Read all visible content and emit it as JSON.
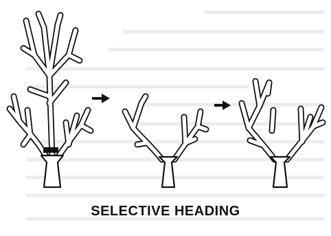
{
  "caption": "SELECTIVE HEADING",
  "stages": [
    {
      "name": "before-pruning",
      "cut_marker": true
    },
    {
      "name": "after-heading-cut"
    },
    {
      "name": "regrowth"
    }
  ],
  "arrows": [
    "right-arrow-icon",
    "right-arrow-icon"
  ],
  "colors": {
    "ink": "#111111",
    "background": "#ffffff",
    "bleed_text": "#e6e6e6"
  }
}
